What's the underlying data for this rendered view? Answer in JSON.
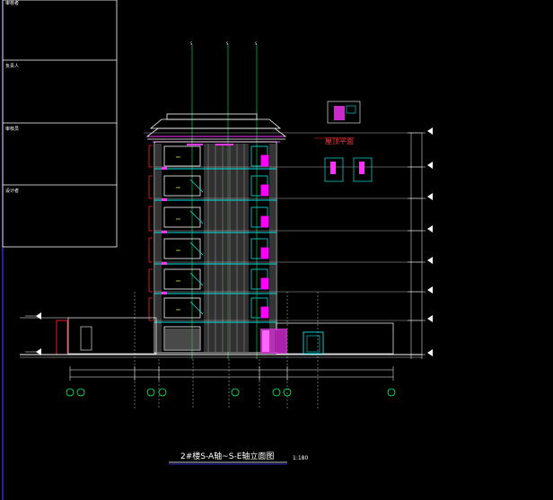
{
  "title_block": {
    "fields": [
      "审核者",
      "负责人",
      "审核员",
      "设计者"
    ]
  },
  "drawing": {
    "caption": "2#楼S-A轴~S-E轴立面图",
    "scale": "1:180",
    "red_note": "屋顶平面",
    "colors": {
      "background": "#000000",
      "white": "#ffffff",
      "cyan": "#00ffff",
      "magenta": "#ff00ff",
      "green": "#00ff00",
      "yellow": "#ffff00",
      "red": "#ff0000",
      "blue": "#3333ff"
    }
  }
}
